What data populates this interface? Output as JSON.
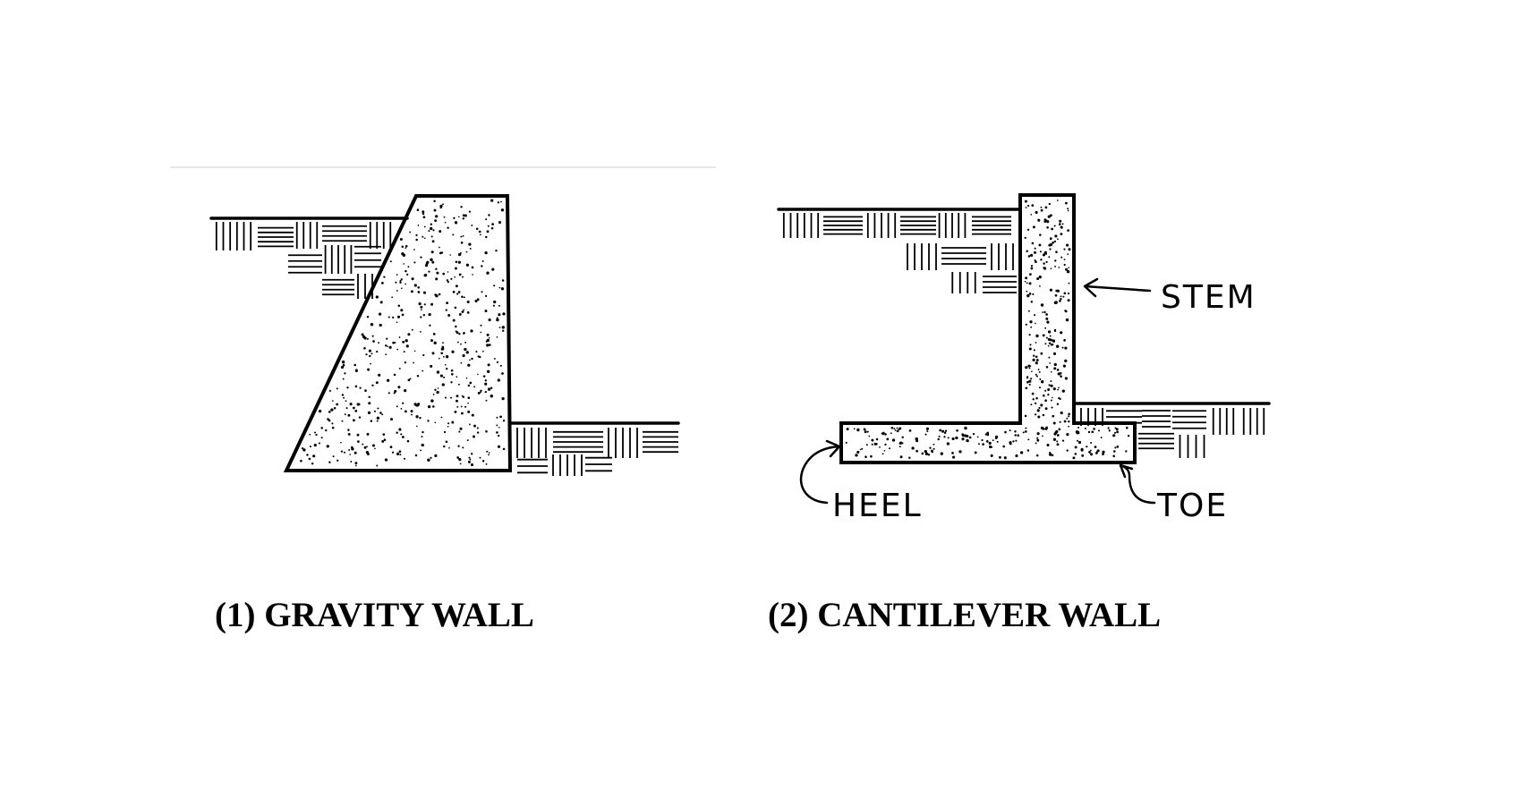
{
  "figures": {
    "gravity": {
      "caption": "(1) GRAVITY WALL"
    },
    "cantilever": {
      "caption": "(2) CANTILEVER WALL",
      "labels": {
        "stem": "STEM",
        "heel": "HEEL",
        "toe": "TOE"
      }
    }
  },
  "style": {
    "ink_color": "#000000",
    "background": "#ffffff"
  }
}
